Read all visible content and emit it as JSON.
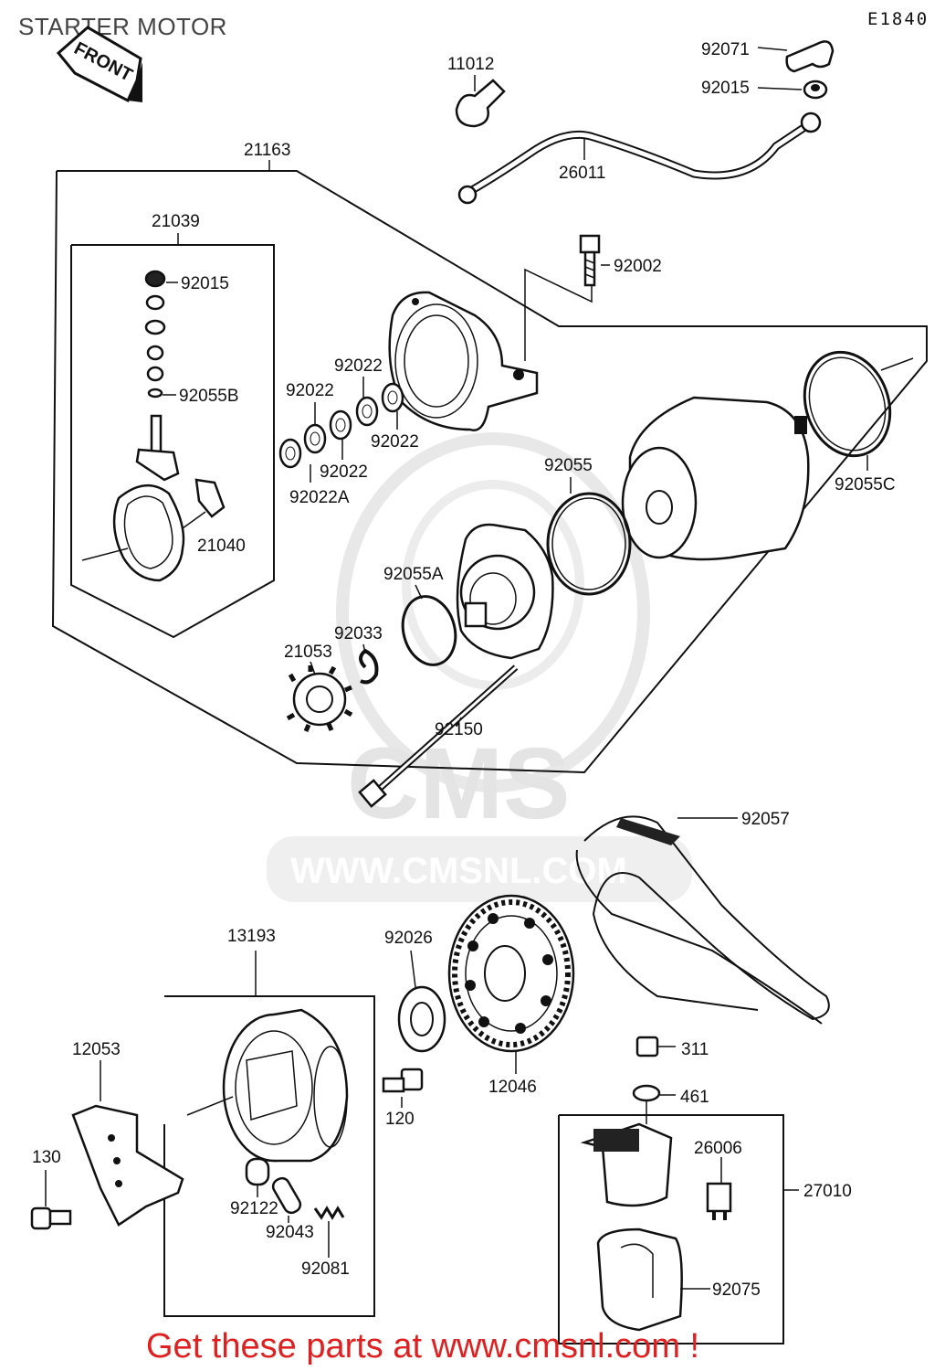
{
  "header": {
    "title": "STARTER MOTOR",
    "diagram_code": "E1840"
  },
  "front_arrow": {
    "label": "FRONT"
  },
  "watermark": {
    "brand": "CMS",
    "url": "WWW.CMSNL.COM"
  },
  "parts": {
    "p11012": "11012",
    "p92071": "92071",
    "p92015_top": "92015",
    "p26011": "26011",
    "p21163": "21163",
    "p21039": "21039",
    "p92015_kit": "92015",
    "p92055B": "92055B",
    "p21040": "21040",
    "p92002": "92002",
    "p92022_a": "92022",
    "p92022_b": "92022",
    "p92022_c": "92022",
    "p92022_d": "92022",
    "p92022A": "92022A",
    "p92055": "92055",
    "p92055C": "92055C",
    "p92055A": "92055A",
    "p92033": "92033",
    "p21053": "21053",
    "p92150": "92150",
    "p92057": "92057",
    "p13193": "13193",
    "p92026": "92026",
    "p12053": "12053",
    "p311": "311",
    "p461": "461",
    "p120": "120",
    "p12046": "12046",
    "p26006": "26006",
    "p27010": "27010",
    "p130": "130",
    "p92122": "92122",
    "p92043": "92043",
    "p92081": "92081",
    "p92075": "92075"
  },
  "footer": {
    "cta": "Get these parts at www.cmsnl.com !"
  },
  "colors": {
    "line": "#111111",
    "footer": "#e02020",
    "watermark": "#e4e4e4"
  }
}
